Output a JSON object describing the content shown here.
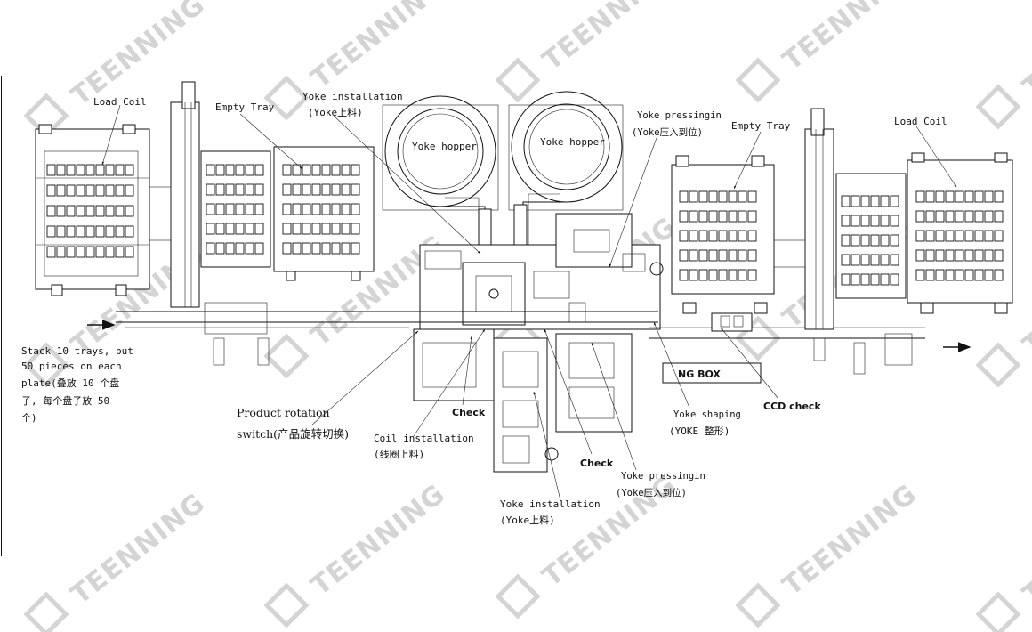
{
  "watermark": {
    "text": "TEENNING",
    "color": "#d4d4d4"
  },
  "labels": {
    "load_coil_left": "Load Coil",
    "empty_tray_left": "Empty Tray",
    "yoke_installation_top": "Yoke installation",
    "yoke_installation_top_cn": "(Yoke上料)",
    "yoke_hopper_left": "Yoke hopper",
    "yoke_hopper_right": "Yoke hopper",
    "yoke_pressing_top": "Yoke pressingin",
    "yoke_pressing_top_cn": "(Yoke压入到位)",
    "empty_tray_right": "Empty Tray",
    "load_coil_right": "Load Coil",
    "stack_note_1": "Stack 10 trays, put",
    "stack_note_2": "50 pieces on each",
    "stack_note_3": "plate(叠放 10 个盘",
    "stack_note_4": "子, 每个盘子放 50",
    "stack_note_5": "个)",
    "rotation_1": "Product rotation",
    "rotation_2": "switch(产品旋转切换)",
    "check_left": "Check",
    "coil_installation": "Coil installation",
    "coil_installation_cn": "(线圈上料)",
    "check_mid": "Check",
    "ng_box": "NG BOX",
    "ccd_check": "CCD check",
    "yoke_shaping": "Yoke shaping",
    "yoke_shaping_cn": "(YOKE 整形)",
    "yoke_pressing_bottom": "Yoke pressingin",
    "yoke_pressing_bottom_cn": "(Yoke压入到位)",
    "yoke_installation_bottom": "Yoke installation",
    "yoke_installation_bottom_cn": "(Yoke上料)"
  }
}
